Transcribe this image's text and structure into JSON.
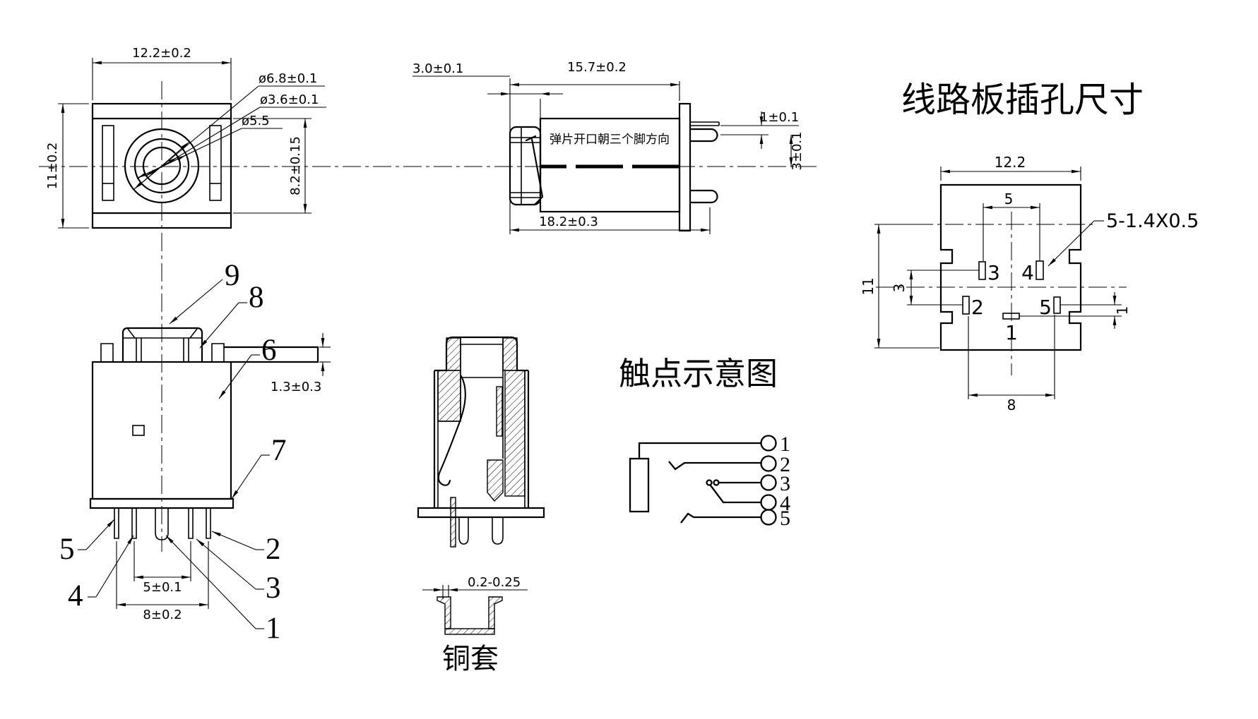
{
  "front": {
    "dim_width": "12.2±0.2",
    "dim_height": "11±0.2",
    "dia_outer": "ø6.8±0.1",
    "dia_inner": "ø3.6±0.1",
    "dia_mid": "ø5.5",
    "dim_inner_height": "8.2±0.15"
  },
  "side": {
    "note": "弹片开口朝三个脚方向",
    "dim_front": "3.0±0.1",
    "dim_body": "15.7±0.2",
    "dim_total": "18.2±0.3",
    "dim_pin_offset": "1±0.1",
    "dim_pin_center": "3±0.1"
  },
  "pcb": {
    "title": "线路板插孔尺寸",
    "dim_width": "12.2",
    "dim_top_pitch": "5",
    "dim_height": "11",
    "dim_row": "3",
    "dim_offset": "1",
    "dim_bottom_pitch": "8",
    "hole_spec": "5-1.4X0.5",
    "holes": [
      "1",
      "2",
      "3",
      "4",
      "5"
    ]
  },
  "body": {
    "dim_flange": "1.3±0.3",
    "dim_pitch5": "5±0.1",
    "dim_pitch8": "8±0.2",
    "parts": [
      "1",
      "2",
      "3",
      "4",
      "5",
      "6",
      "7",
      "8",
      "9"
    ]
  },
  "sleeve": {
    "dim_thickness": "0.2-0.25",
    "label": "铜套"
  },
  "schematic": {
    "title": "触点示意图",
    "pins": [
      "1",
      "2",
      "3",
      "4",
      "5"
    ]
  }
}
